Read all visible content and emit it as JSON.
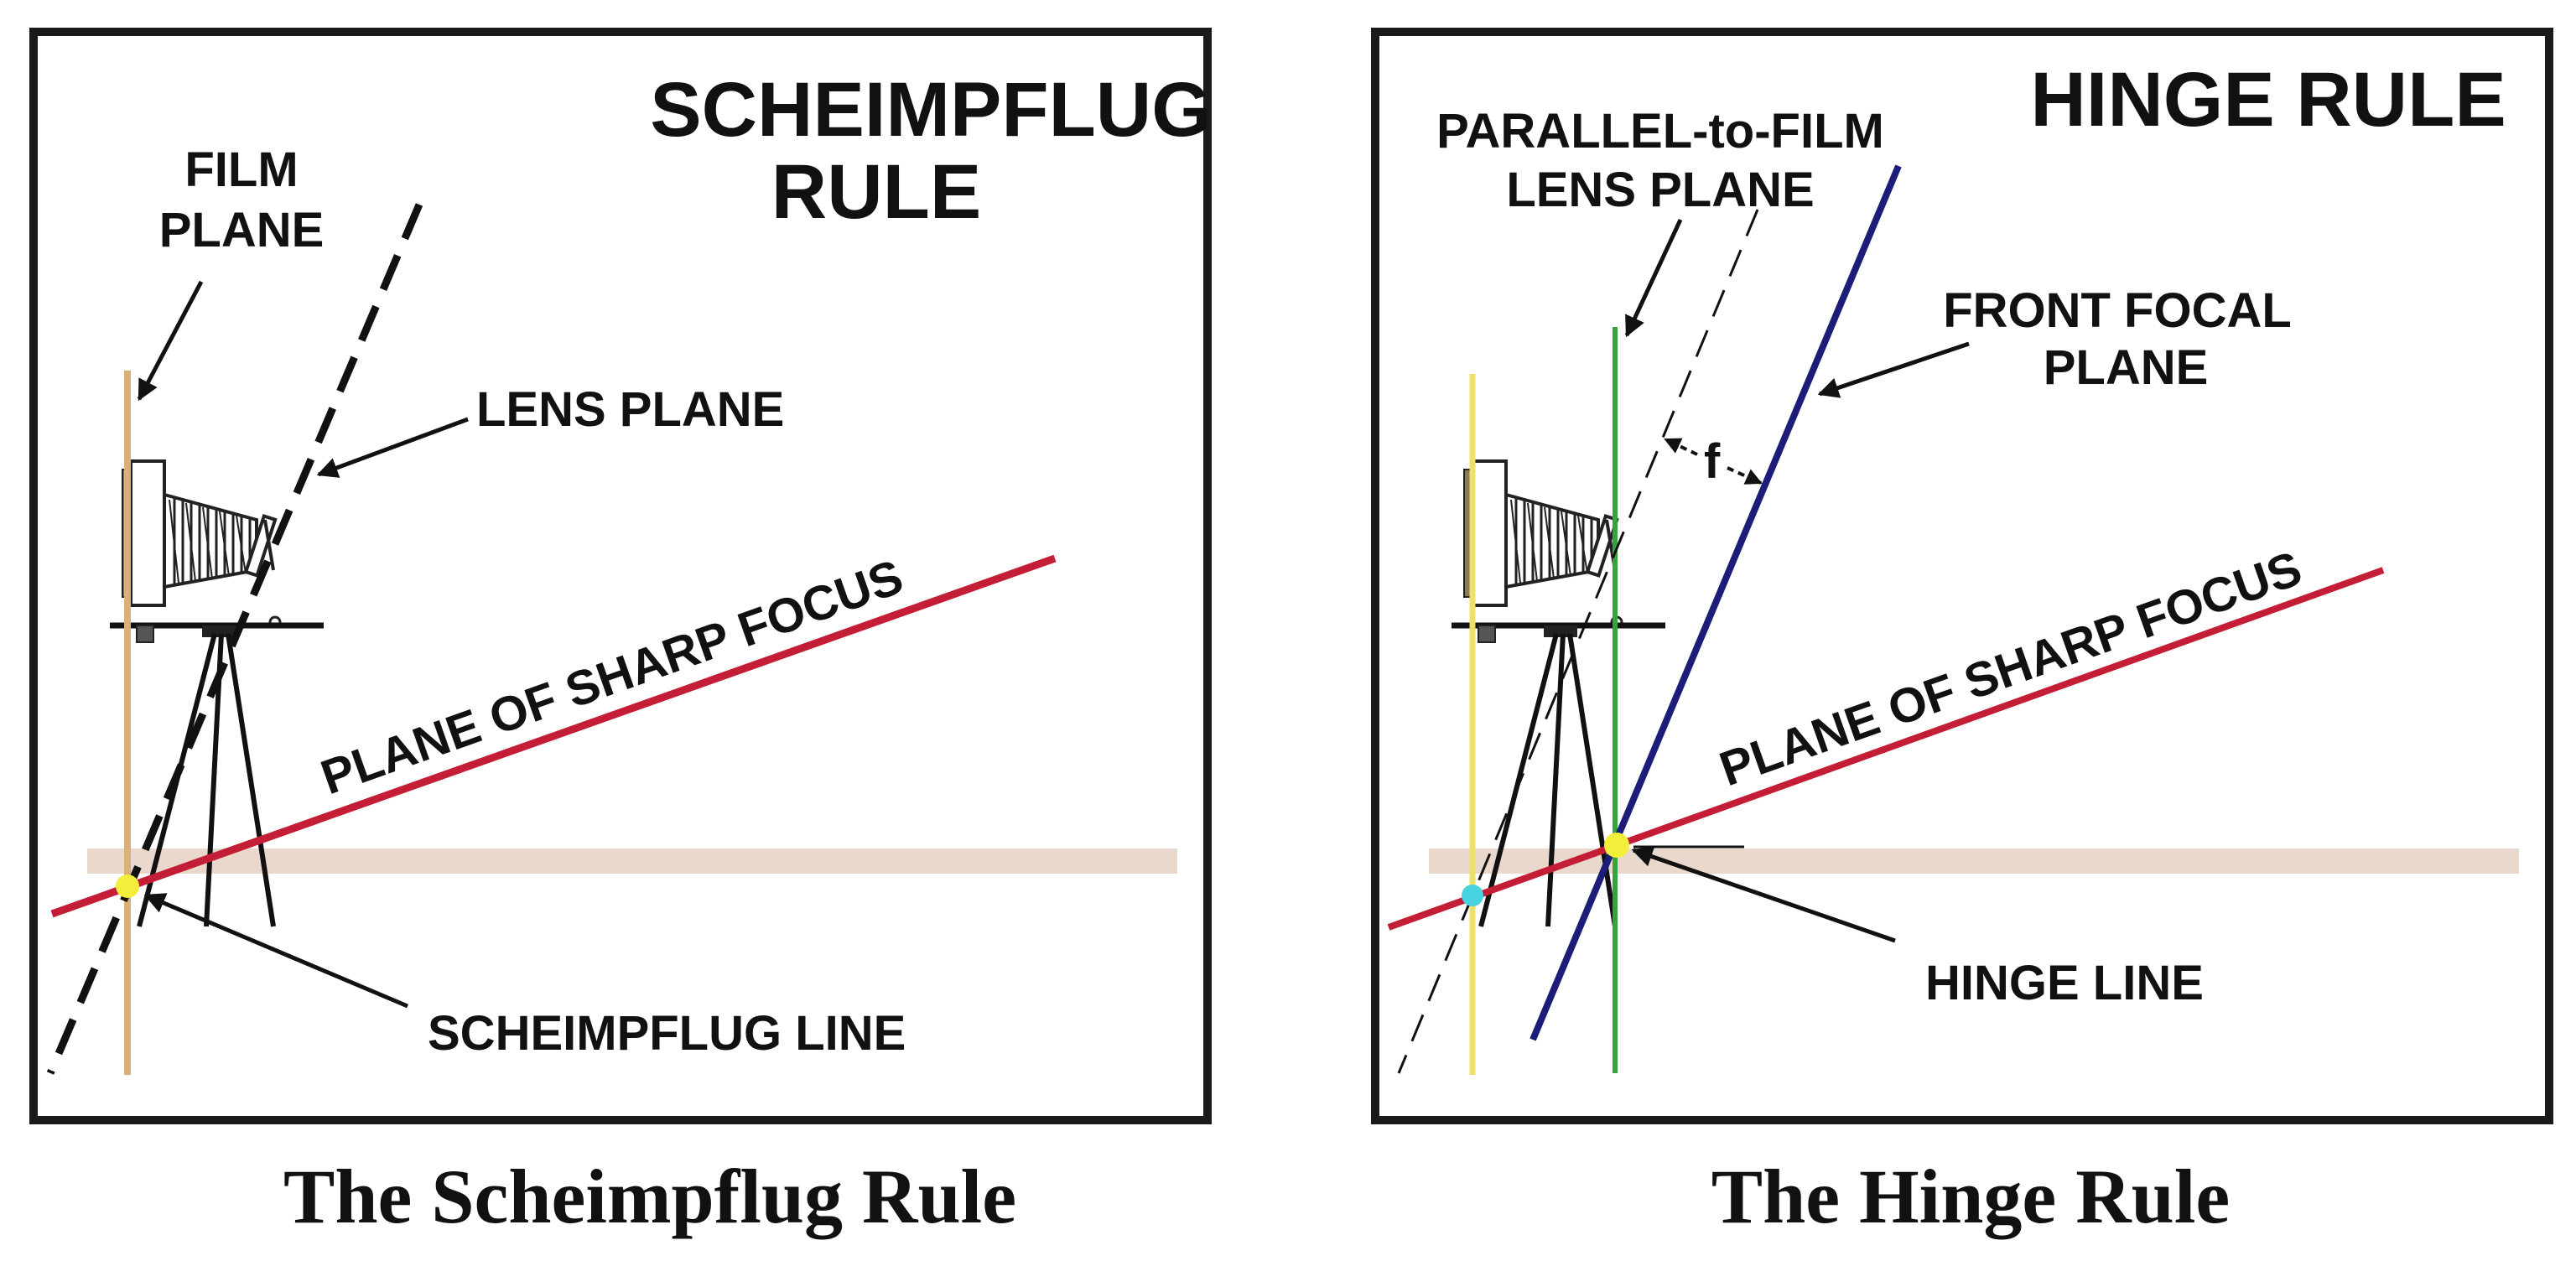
{
  "left_panel": {
    "title_line1": "SCHEIMPFLUG",
    "title_line2": "RULE",
    "film_plane_line1": "FILM",
    "film_plane_line2": "PLANE",
    "lens_plane": "LENS  PLANE",
    "sharp_focus": "PLANE OF SHARP FOCUS",
    "scheimpflug_line": "SCHEIMPFLUG  LINE",
    "caption": "The Scheimpflug Rule"
  },
  "right_panel": {
    "title": "HINGE RULE",
    "parallel_line1": "PARALLEL-to-FILM",
    "parallel_line2": "LENS PLANE",
    "front_focal_line1": "FRONT  FOCAL",
    "front_focal_line2": "PLANE",
    "focal_length_symbol": "f",
    "sharp_focus": "PLANE OF SHARP FOCUS",
    "hinge_line": "HINGE  LINE",
    "caption": "The Hinge Rule"
  },
  "colors": {
    "frame": "#1a1a1a",
    "film_plane_left": "#d9b07a",
    "film_plane_right": "#ece06a",
    "ground": "#ead8cc",
    "sharp_focus": "#c41e36",
    "front_focal": "#1c1d78",
    "parallel_plane": "#36a43c",
    "intersection": "#f2ee3a",
    "film_point": "#48d2e0"
  }
}
